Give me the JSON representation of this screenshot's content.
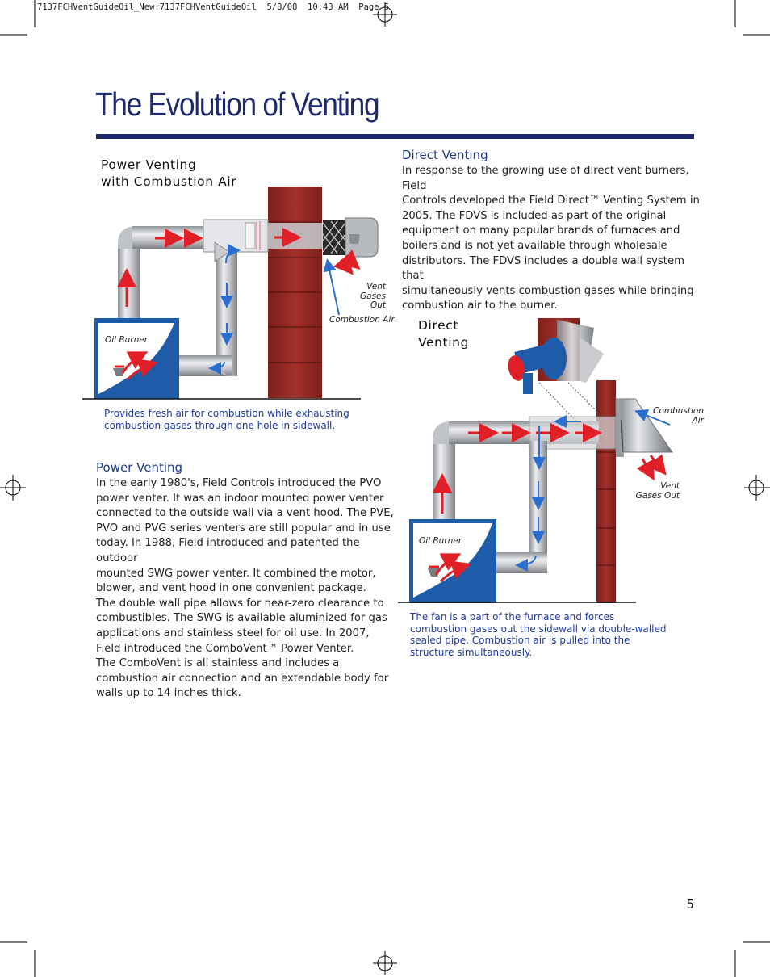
{
  "slug_line": "7137FCHVentGuideOil_New:7137FCHVentGuideOil  5/8/08  10:43 AM  Page 5",
  "page_title": "The Evolution of Venting",
  "figure_left": {
    "title_line1": "Power Venting",
    "title_line2": "with Combustion Air",
    "label_oil_burner": "Oil Burner",
    "label_vent_line1": "Vent",
    "label_vent_line2": "Gases Out",
    "label_combustion_air": "Combustion Air",
    "caption_line1": "Provides fresh air for combustion while exhausting",
    "caption_line2": "combustion gases through one hole in sidewall."
  },
  "power_venting": {
    "heading": "Power Venting",
    "lines": [
      "In the early 1980's, Field Controls introduced the PVO",
      "power venter. It was an indoor mounted power venter",
      "connected to the outside wall via a vent hood. The PVE,",
      "PVO and PVG series venters are still popular and in use",
      "today. In 1988, Field introduced and patented the outdoor",
      "mounted SWG power venter. It combined the motor,",
      "blower, and vent hood in one convenient package.",
      "The double wall pipe allows for near-zero clearance to",
      "combustibles. The SWG is available aluminized for gas",
      "applications and stainless steel for oil use. In 2007,",
      "Field introduced the ComboVent™ Power Venter.",
      "The ComboVent is all stainless and includes a",
      "combustion air connection and an extendable body for",
      "walls up to 14 inches thick."
    ]
  },
  "direct_venting": {
    "heading": "Direct Venting",
    "lines": [
      "In response to the growing use of direct vent burners, Field",
      "Controls developed the Field Direct™ Venting System in",
      "2005. The FDVS is included as part of the original",
      "equipment on many popular brands of furnaces and",
      "boilers and is not yet available through wholesale",
      "distributors. The FDVS includes a double wall system that",
      "simultaneously vents combustion gases while bringing",
      "combustion air to the burner."
    ]
  },
  "figure_right": {
    "title_line1": "Direct",
    "title_line2": "Venting",
    "label_oil_burner": "Oil Burner",
    "label_combustion_line1": "Combustion",
    "label_combustion_line2": "Air",
    "label_vent_line1": "Vent",
    "label_vent_line2": "Gases Out",
    "caption_lines": [
      "The fan is a part of the furnace and forces",
      "combustion gases out the sidewall via double-walled",
      "sealed pipe. Combustion air is pulled into the",
      "structure simultaneously."
    ]
  },
  "page_number": "5",
  "colors": {
    "title_blue": "#1f2a6e",
    "heading_blue": "#1f3a8a",
    "caption_blue": "#1f3aa0",
    "brick_red": "#9e2b25",
    "burner_blue": "#1e5ba8",
    "arrow_red": "#e01f26",
    "arrow_blue": "#2a6fd0"
  }
}
